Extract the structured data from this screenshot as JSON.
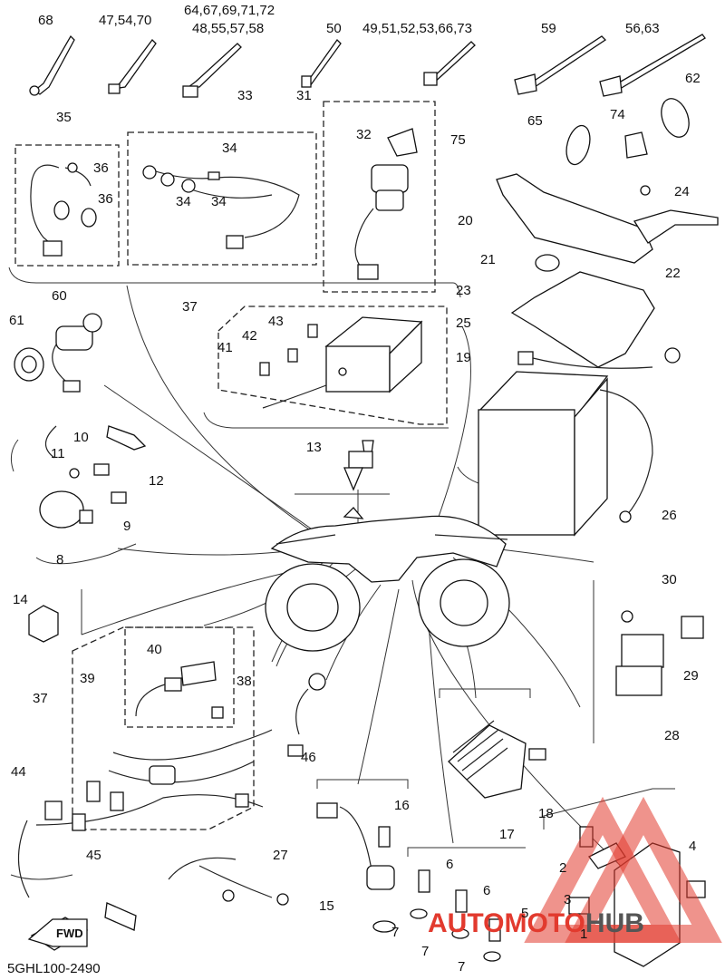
{
  "diagram": {
    "reference_code": "5GHL100-2490",
    "fwd_label": "FWD",
    "watermark": {
      "part1": "AUTO",
      "part2": "MOTO",
      "part3": "HUB",
      "color1": "#e23a2e",
      "color2": "#e23a2e",
      "color3": "#555555"
    },
    "callouts": [
      {
        "id": "c68",
        "text": "68"
      },
      {
        "id": "c47",
        "text": "47,54,70"
      },
      {
        "id": "c64a",
        "text": "64,67,69,71,72"
      },
      {
        "id": "c64b",
        "text": "48,55,57,58"
      },
      {
        "id": "c50",
        "text": "50"
      },
      {
        "id": "c49",
        "text": "49,51,52,53,66,73"
      },
      {
        "id": "c59",
        "text": "59"
      },
      {
        "id": "c56",
        "text": "56,63"
      },
      {
        "id": "c33",
        "text": "33"
      },
      {
        "id": "c31",
        "text": "31"
      },
      {
        "id": "c62",
        "text": "62"
      },
      {
        "id": "c35",
        "text": "35"
      },
      {
        "id": "c34a",
        "text": "34"
      },
      {
        "id": "c32",
        "text": "32"
      },
      {
        "id": "c75",
        "text": "75"
      },
      {
        "id": "c65",
        "text": "65"
      },
      {
        "id": "c74",
        "text": "74"
      },
      {
        "id": "c36a",
        "text": "36"
      },
      {
        "id": "c36b",
        "text": "36"
      },
      {
        "id": "c24",
        "text": "24"
      },
      {
        "id": "c34b",
        "text": "34"
      },
      {
        "id": "c34c",
        "text": "34"
      },
      {
        "id": "c20",
        "text": "20"
      },
      {
        "id": "c21",
        "text": "21"
      },
      {
        "id": "c22",
        "text": "22"
      },
      {
        "id": "c23",
        "text": "23"
      },
      {
        "id": "c60",
        "text": "60"
      },
      {
        "id": "c37a",
        "text": "37"
      },
      {
        "id": "c61",
        "text": "61"
      },
      {
        "id": "c43",
        "text": "43"
      },
      {
        "id": "c25",
        "text": "25"
      },
      {
        "id": "c42",
        "text": "42"
      },
      {
        "id": "c41",
        "text": "41"
      },
      {
        "id": "c19",
        "text": "19"
      },
      {
        "id": "c10",
        "text": "10"
      },
      {
        "id": "c13",
        "text": "13"
      },
      {
        "id": "c11",
        "text": "11"
      },
      {
        "id": "c12",
        "text": "12"
      },
      {
        "id": "c9",
        "text": "9"
      },
      {
        "id": "c26",
        "text": "26"
      },
      {
        "id": "c8",
        "text": "8"
      },
      {
        "id": "c30",
        "text": "30"
      },
      {
        "id": "c14",
        "text": "14"
      },
      {
        "id": "c40",
        "text": "40"
      },
      {
        "id": "c29",
        "text": "29"
      },
      {
        "id": "c39",
        "text": "39"
      },
      {
        "id": "c38",
        "text": "38"
      },
      {
        "id": "c37b",
        "text": "37"
      },
      {
        "id": "c28",
        "text": "28"
      },
      {
        "id": "c46",
        "text": "46"
      },
      {
        "id": "c44",
        "text": "44"
      },
      {
        "id": "c18",
        "text": "18"
      },
      {
        "id": "c16",
        "text": "16"
      },
      {
        "id": "c17",
        "text": "17"
      },
      {
        "id": "c45",
        "text": "45"
      },
      {
        "id": "c4",
        "text": "4"
      },
      {
        "id": "c27",
        "text": "27"
      },
      {
        "id": "c6a",
        "text": "6"
      },
      {
        "id": "c2",
        "text": "2"
      },
      {
        "id": "c3",
        "text": "3"
      },
      {
        "id": "c15",
        "text": "15"
      },
      {
        "id": "c6b",
        "text": "6"
      },
      {
        "id": "c5",
        "text": "5"
      },
      {
        "id": "c7a",
        "text": "7"
      },
      {
        "id": "c1",
        "text": "1"
      },
      {
        "id": "c7b",
        "text": "7"
      },
      {
        "id": "c7c",
        "text": "7"
      }
    ]
  }
}
